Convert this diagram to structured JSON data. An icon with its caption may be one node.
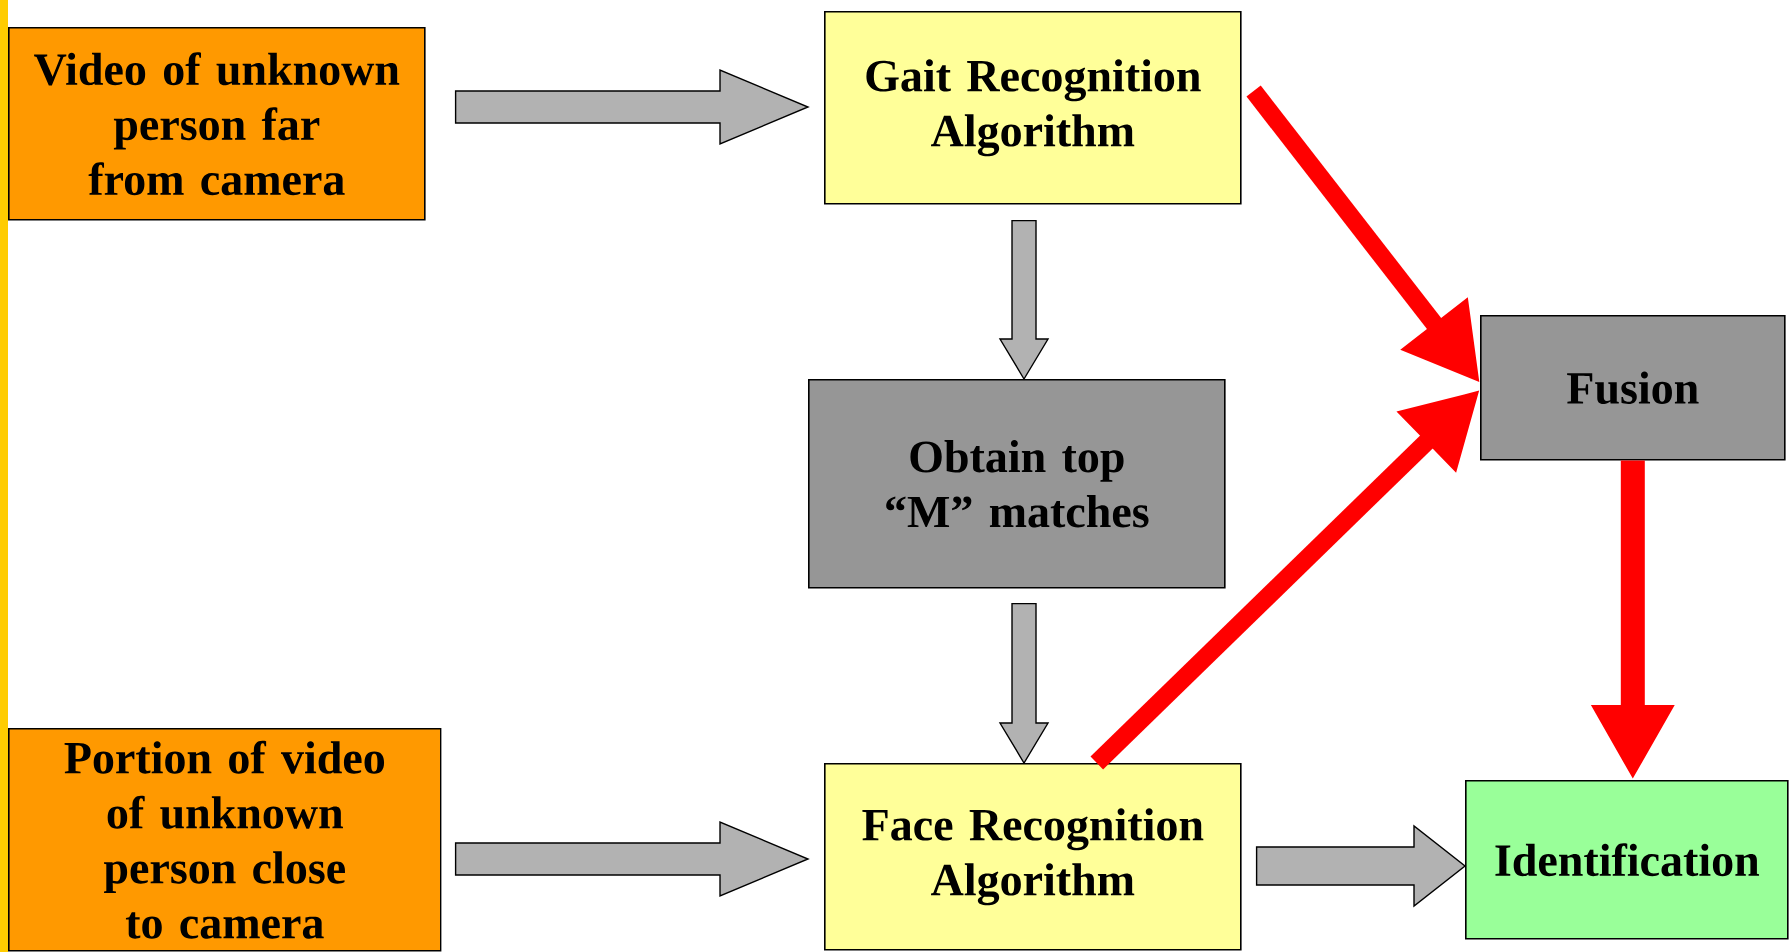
{
  "diagram": {
    "nodes": [
      {
        "text": [
          "Video of unknown person far from camera"
        ]
      },
      {
        "text": [
          "Gait Recognition Algorithm"
        ]
      },
      {
        "text": [
          "Obtain top “M” matches"
        ]
      },
      {
        "text": [
          "Portion of video of unknown person close to camera"
        ]
      },
      {
        "text": [
          "Face Recognition Algorithm"
        ]
      },
      {
        "text": [
          "Fusion"
        ]
      },
      {
        "text": [
          "Identification"
        ]
      }
    ],
    "edges": [
      {
        "from": 0,
        "to": 1,
        "arrow": "to"
      },
      {
        "from": 1,
        "to": 2,
        "arrow": "to"
      },
      {
        "from": 2,
        "to": 4,
        "arrow": "to"
      },
      {
        "from": 3,
        "to": 4,
        "arrow": "to"
      },
      {
        "from": 4,
        "to": 6,
        "arrow": "to"
      },
      {
        "from": 1,
        "to": 5,
        "arrow": "to",
        "color": "#ff0000"
      },
      {
        "from": 4,
        "to": 5,
        "arrow": "to",
        "color": "#ff0000"
      },
      {
        "from": 5,
        "to": 6,
        "arrow": "to",
        "color": "#ff0000"
      }
    ]
  }
}
